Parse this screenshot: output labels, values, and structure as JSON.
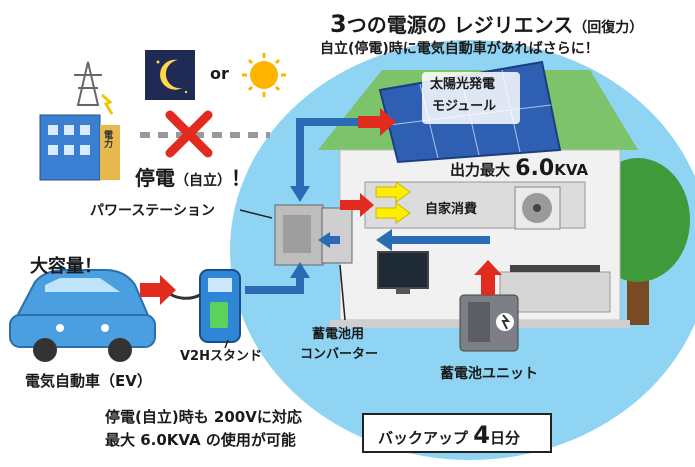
{
  "header": {
    "title_num": "3",
    "title_main": "つの電源の レジリエンス",
    "title_paren": "（回復力）",
    "subtitle": "自立(停電)時に電気自動車があればさらに！"
  },
  "top_left": {
    "or_label": "or",
    "building_sign": "電力"
  },
  "outage_label": {
    "main": "停電",
    "paren": "（自立）",
    "bang": "！"
  },
  "labels": {
    "solar_module": [
      "太陽光発電",
      "モジュール"
    ],
    "output_max_prefix": "出力最大",
    "output_max_value": "6.0",
    "output_max_unit": "KVA",
    "power_station": "パワーステーション",
    "self_consumption": "自家消費",
    "large_capacity": "大容量！",
    "v2h_stand": "V2Hスタンド",
    "battery_converter": [
      "蓄電池用",
      "コンバーター"
    ],
    "ev": "電気自動車（EV）",
    "battery_unit": "蓄電池ユニット"
  },
  "footer": {
    "note_lines": [
      "停電(自立)時も 200Vに対応",
      "最大 6.0KVA の使用が可能"
    ],
    "backup_prefix": "バックアップ",
    "backup_days": "4",
    "backup_unit": "日分"
  },
  "colors": {
    "sky": "#8fd4f2",
    "roof": "#7dc36b",
    "wall": "#f1f1f1",
    "panel": "#2f5fb3",
    "arrow_red": "#e32a1f",
    "arrow_blue": "#2b6bb5",
    "arrow_yellow": "#ffee00",
    "tree": "#3e9a3a",
    "car": "#4a9fe0",
    "stand": "#2f86d6"
  }
}
